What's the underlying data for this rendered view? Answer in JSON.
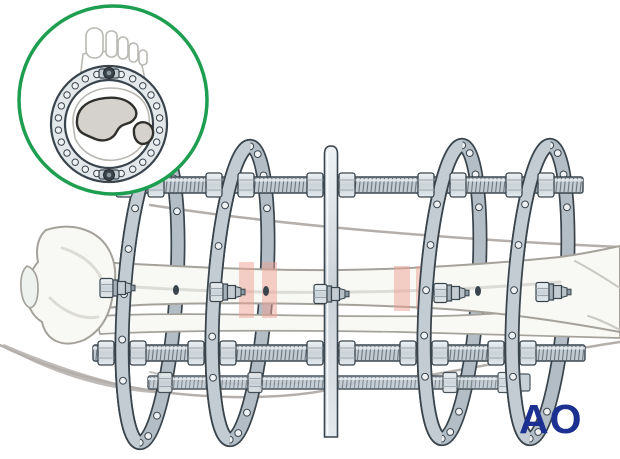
{
  "page": {
    "background": "#ffffff"
  },
  "logo": {
    "text": "AO",
    "color": "#1b3090"
  },
  "colors": {
    "accent-green": "#1e9e50",
    "fracture-pink": "#ee9f94",
    "metal-fill": "#c3ccd3",
    "metal-dark": "#a6b1b9",
    "metal-edge": "#39444c",
    "nut-fill": "#dfe5e9",
    "bone-fill": "#f8f8f5",
    "bone-edge": "#a5a29b",
    "tissue-fill": "#d5d2cd",
    "tissue-edge": "#2f2f2b",
    "leg-line": "#b4afab",
    "logo-blue": "#1b3090"
  },
  "inset": {
    "hole_count": 26,
    "hole_ring_radius": 51,
    "hole_radius": 3.2
  },
  "frame": {
    "ring_count": 4,
    "post_count": 1,
    "rod_count": 3,
    "pin_clamp_count": 5
  }
}
